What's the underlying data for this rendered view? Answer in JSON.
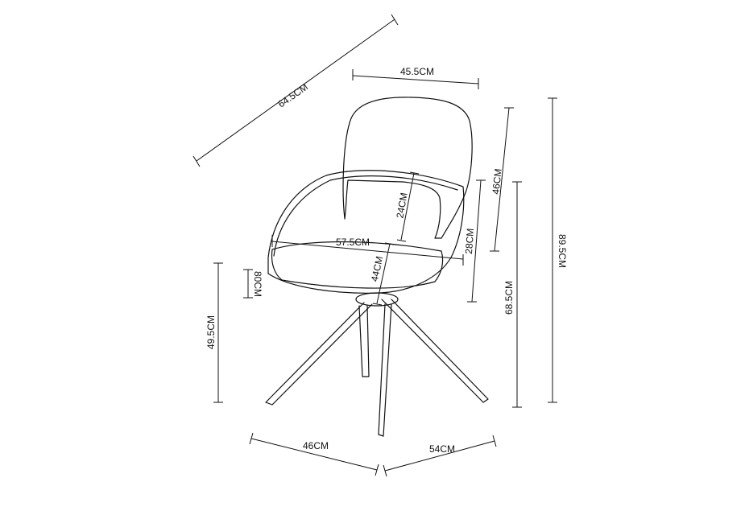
{
  "dimensions": {
    "diagonal_width": "64.5CM",
    "backrest_width": "45.5CM",
    "armrest_span": "57.5CM",
    "backrest_height": "24CM",
    "seat_depth": "44CM",
    "armrest_offset": "80CM",
    "seat_height": "49.5CM",
    "back_height": "46CM",
    "armrest_height": "28CM",
    "arm_to_floor": "68.5CM",
    "total_height": "89.5CM",
    "base_width": "46CM",
    "base_depth": "54CM"
  }
}
